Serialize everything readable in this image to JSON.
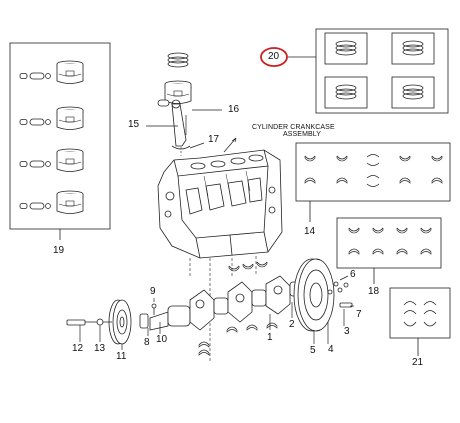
{
  "diagram": {
    "assembly_label_line1": "CYLINDER CRANKCASE",
    "assembly_label_line2": "ASSEMBLY",
    "highlighted_callout": "20",
    "highlight_color": "#cc1f1f",
    "line_color": "#222222",
    "callouts": {
      "c1": "1",
      "c2": "2",
      "c3": "3",
      "c4": "4",
      "c5": "5",
      "c6": "6",
      "c7": "7",
      "c8": "8",
      "c9": "9",
      "c10": "10",
      "c11": "11",
      "c12": "12",
      "c13": "13",
      "c14": "14",
      "c15": "15",
      "c16": "16",
      "c17": "17",
      "c18": "18",
      "c19": "19",
      "c20": "20",
      "c21": "21"
    }
  }
}
